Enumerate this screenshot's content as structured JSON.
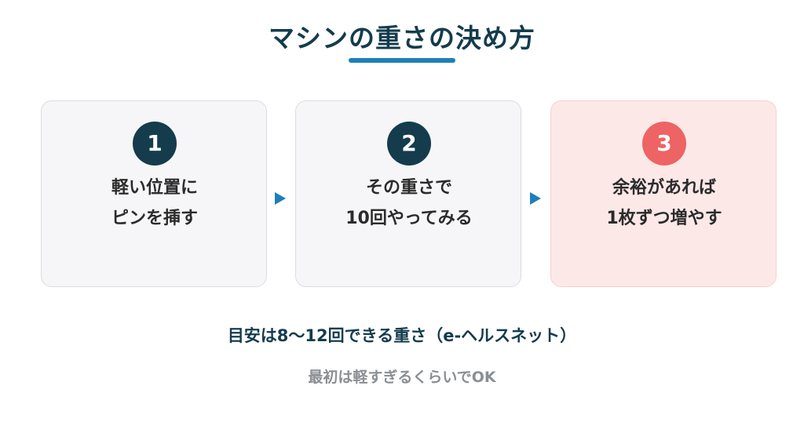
{
  "title": "マシンの重さの決め方",
  "steps": [
    {
      "number": "1",
      "line1": "軽い位置に",
      "line2": "ピンを挿す"
    },
    {
      "number": "2",
      "line1": "その重さで",
      "line2": "10回やってみる"
    },
    {
      "number": "3",
      "line1": "余裕があれば",
      "line2": "1枚ずつ増やす"
    }
  ],
  "note": "目安は8〜12回できる重さ（e-ヘルスネット）",
  "sub_note": "最初は軽すぎるくらいでOK",
  "colors": {
    "accent": "#1e7fb8",
    "dark": "#143c4c",
    "highlight_circle": "#ee6363",
    "highlight_card": "#fde8e8"
  }
}
